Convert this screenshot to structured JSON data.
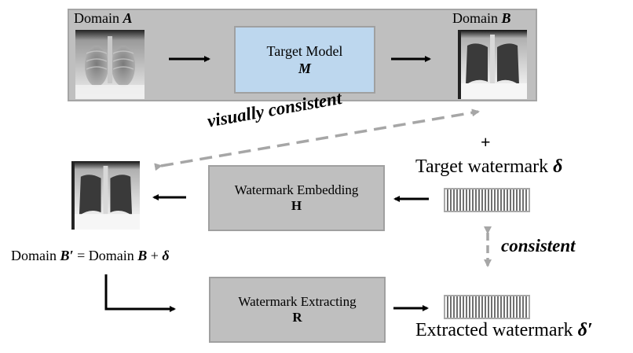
{
  "top_panel": {
    "domain_a": {
      "prefix": "Domain ",
      "symbol": "A"
    },
    "domain_b": {
      "prefix": "Domain ",
      "symbol": "B"
    },
    "target_model": {
      "title": "Target Model",
      "symbol": "M"
    }
  },
  "visually_consistent_label": "visually consistent",
  "plus_sign": "+",
  "target_watermark": {
    "prefix": "Target watermark ",
    "symbol": "δ"
  },
  "watermark_embedding": {
    "title": "Watermark Embedding",
    "symbol": "H"
  },
  "watermark_extracting": {
    "title": "Watermark Extracting",
    "symbol": "R"
  },
  "equation": {
    "part1": "Domain ",
    "sym1": "B′",
    "part2": " = Domain ",
    "sym2": "B",
    "part3": " + ",
    "sym3": "δ"
  },
  "consistent_label": "consistent",
  "extracted_watermark": {
    "prefix": "Extracted watermark ",
    "symbol": "δ′"
  },
  "colors": {
    "panel_gray": "#bfbfbf",
    "model_blue": "#bdd7ee",
    "dashed_arrow_gray": "#a6a6a6",
    "arrow_black": "#000000"
  }
}
